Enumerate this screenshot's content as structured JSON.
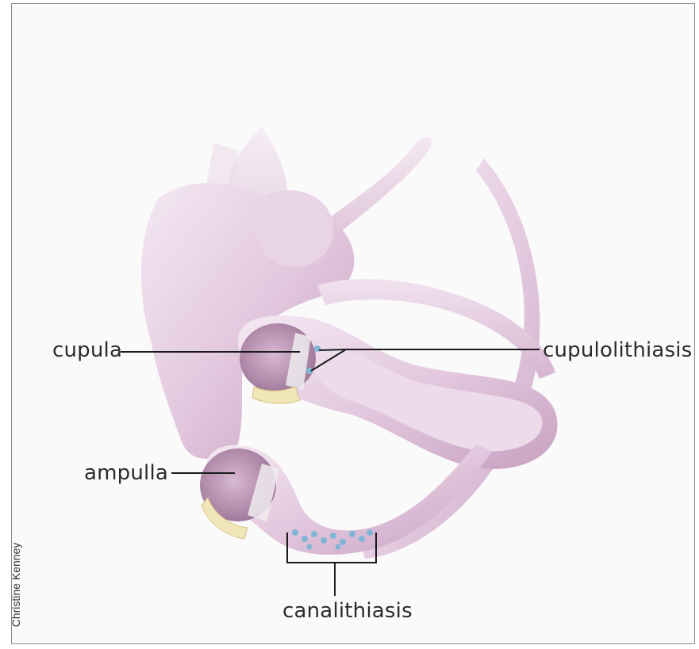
{
  "labels": {
    "cupula": "cupula",
    "cupulolithiasis": "cupulolithiasis",
    "ampulla": "ampulla",
    "canalithiasis": "canalithiasis"
  },
  "credit": "Christine Kenney",
  "colors": {
    "tissue": "#e6cfe3",
    "tissue_dark": "#c9a4c3",
    "tissue_light": "#f3e7f1",
    "otoconia": "#7fb6d6",
    "crista": "#f1e6b8",
    "line": "#1a1a1a"
  }
}
